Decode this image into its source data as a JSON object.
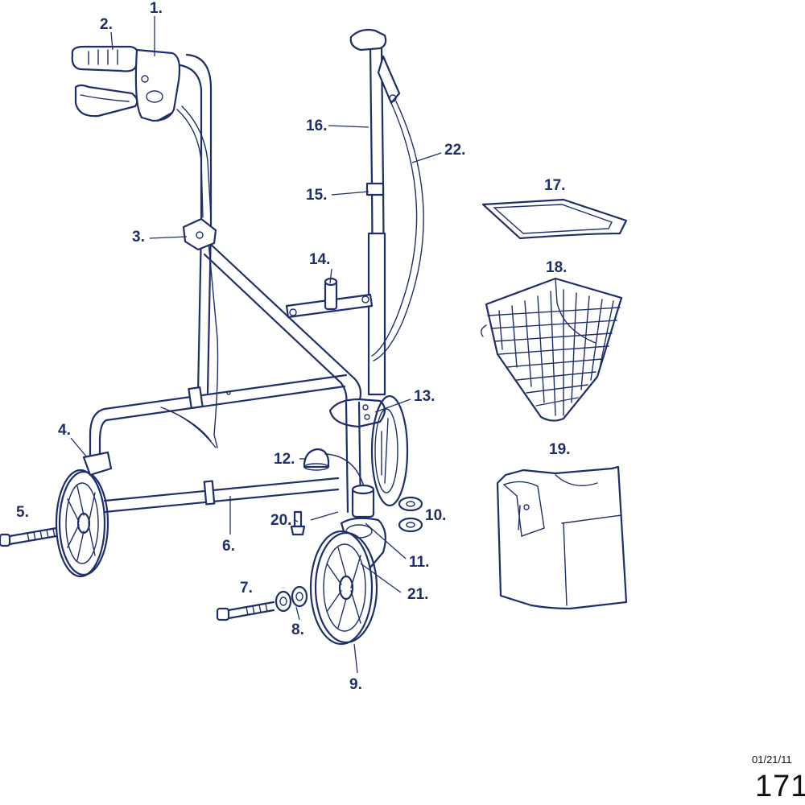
{
  "labels": {
    "p1": "1.",
    "p2": "2.",
    "p3": "3.",
    "p4": "4.",
    "p5": "5.",
    "p6": "6.",
    "p7": "7.",
    "p8": "8.",
    "p9": "9.",
    "p10": "10.",
    "p11": "11.",
    "p12": "12.",
    "p13": "13.",
    "p14": "14.",
    "p15": "15.",
    "p16": "16.",
    "p17": "17.",
    "p18": "18.",
    "p19": "19.",
    "p20": "20.",
    "p21": "21.",
    "p22": "22."
  },
  "footer": {
    "date": "01/21/11",
    "page_number": "171"
  },
  "colors": {
    "line": "#1f2f6b",
    "background": "#ffffff"
  }
}
